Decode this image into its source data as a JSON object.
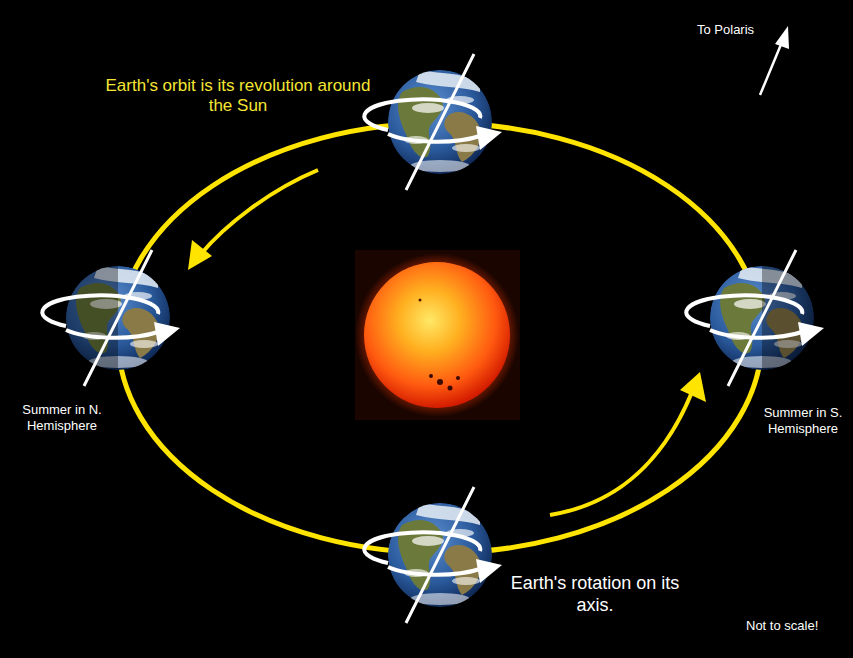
{
  "diagram": {
    "labels": [
      "Earth's orbit is its revolution around the Sun",
      "To Polaris",
      "Summer in N. Hemisphere",
      "Summer in S. Hemisphere",
      "Earth's rotation on its axis.",
      "Not to scale!"
    ]
  }
}
